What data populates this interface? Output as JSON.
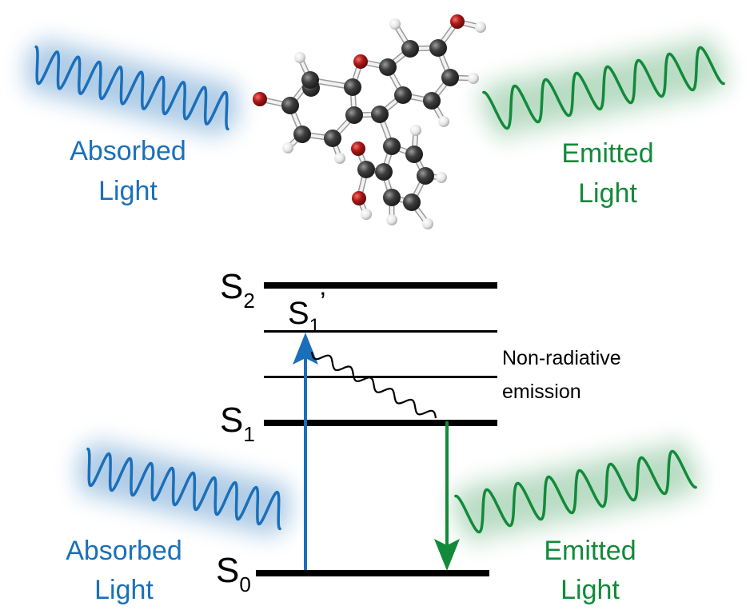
{
  "colors": {
    "absorbed": "#1b6fba",
    "emitted": "#128a3a",
    "level": "#000000",
    "carbon": "#3d3d3d",
    "oxygen": "#b01818",
    "hydrogen": "#e8e8e8"
  },
  "top": {
    "absorbed_label": [
      "Absorbed",
      "Light"
    ],
    "emitted_label": [
      "Emitted",
      "Light"
    ],
    "molecule_name": "fluorescein-molecule"
  },
  "diagram": {
    "levels": {
      "s2": {
        "main": "S",
        "sub": "2"
      },
      "s1_prime": {
        "main": "S",
        "sub": "1",
        "prime": "’"
      },
      "s1": {
        "main": "S",
        "sub": "1"
      },
      "s0": {
        "main": "S",
        "sub": "0"
      }
    },
    "nonradiative_label": [
      "Non-radiative",
      "emission"
    ]
  },
  "bottom": {
    "absorbed_label": [
      "Absorbed",
      "Light"
    ],
    "emitted_label": [
      "Emitted",
      "Light"
    ]
  }
}
